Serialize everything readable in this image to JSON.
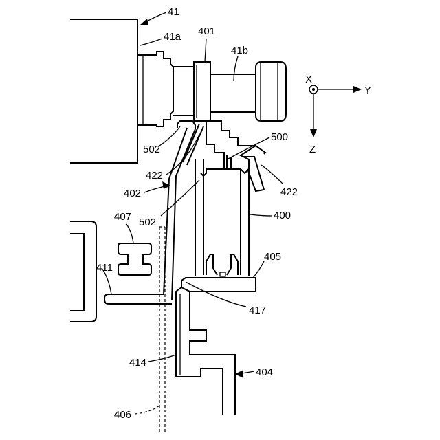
{
  "labels": {
    "l41": "41",
    "l41a": "41a",
    "l401": "401",
    "l41b": "41b",
    "l500": "500",
    "l502a": "502",
    "l422a": "422",
    "l422b": "422",
    "l402": "402",
    "l502b": "502",
    "l400": "400",
    "l407": "407",
    "l411": "411",
    "l405": "405",
    "l417": "417",
    "l414": "414",
    "l404": "404",
    "l406": "406"
  },
  "axes": {
    "x": "X",
    "y": "Y",
    "z": "Z"
  }
}
